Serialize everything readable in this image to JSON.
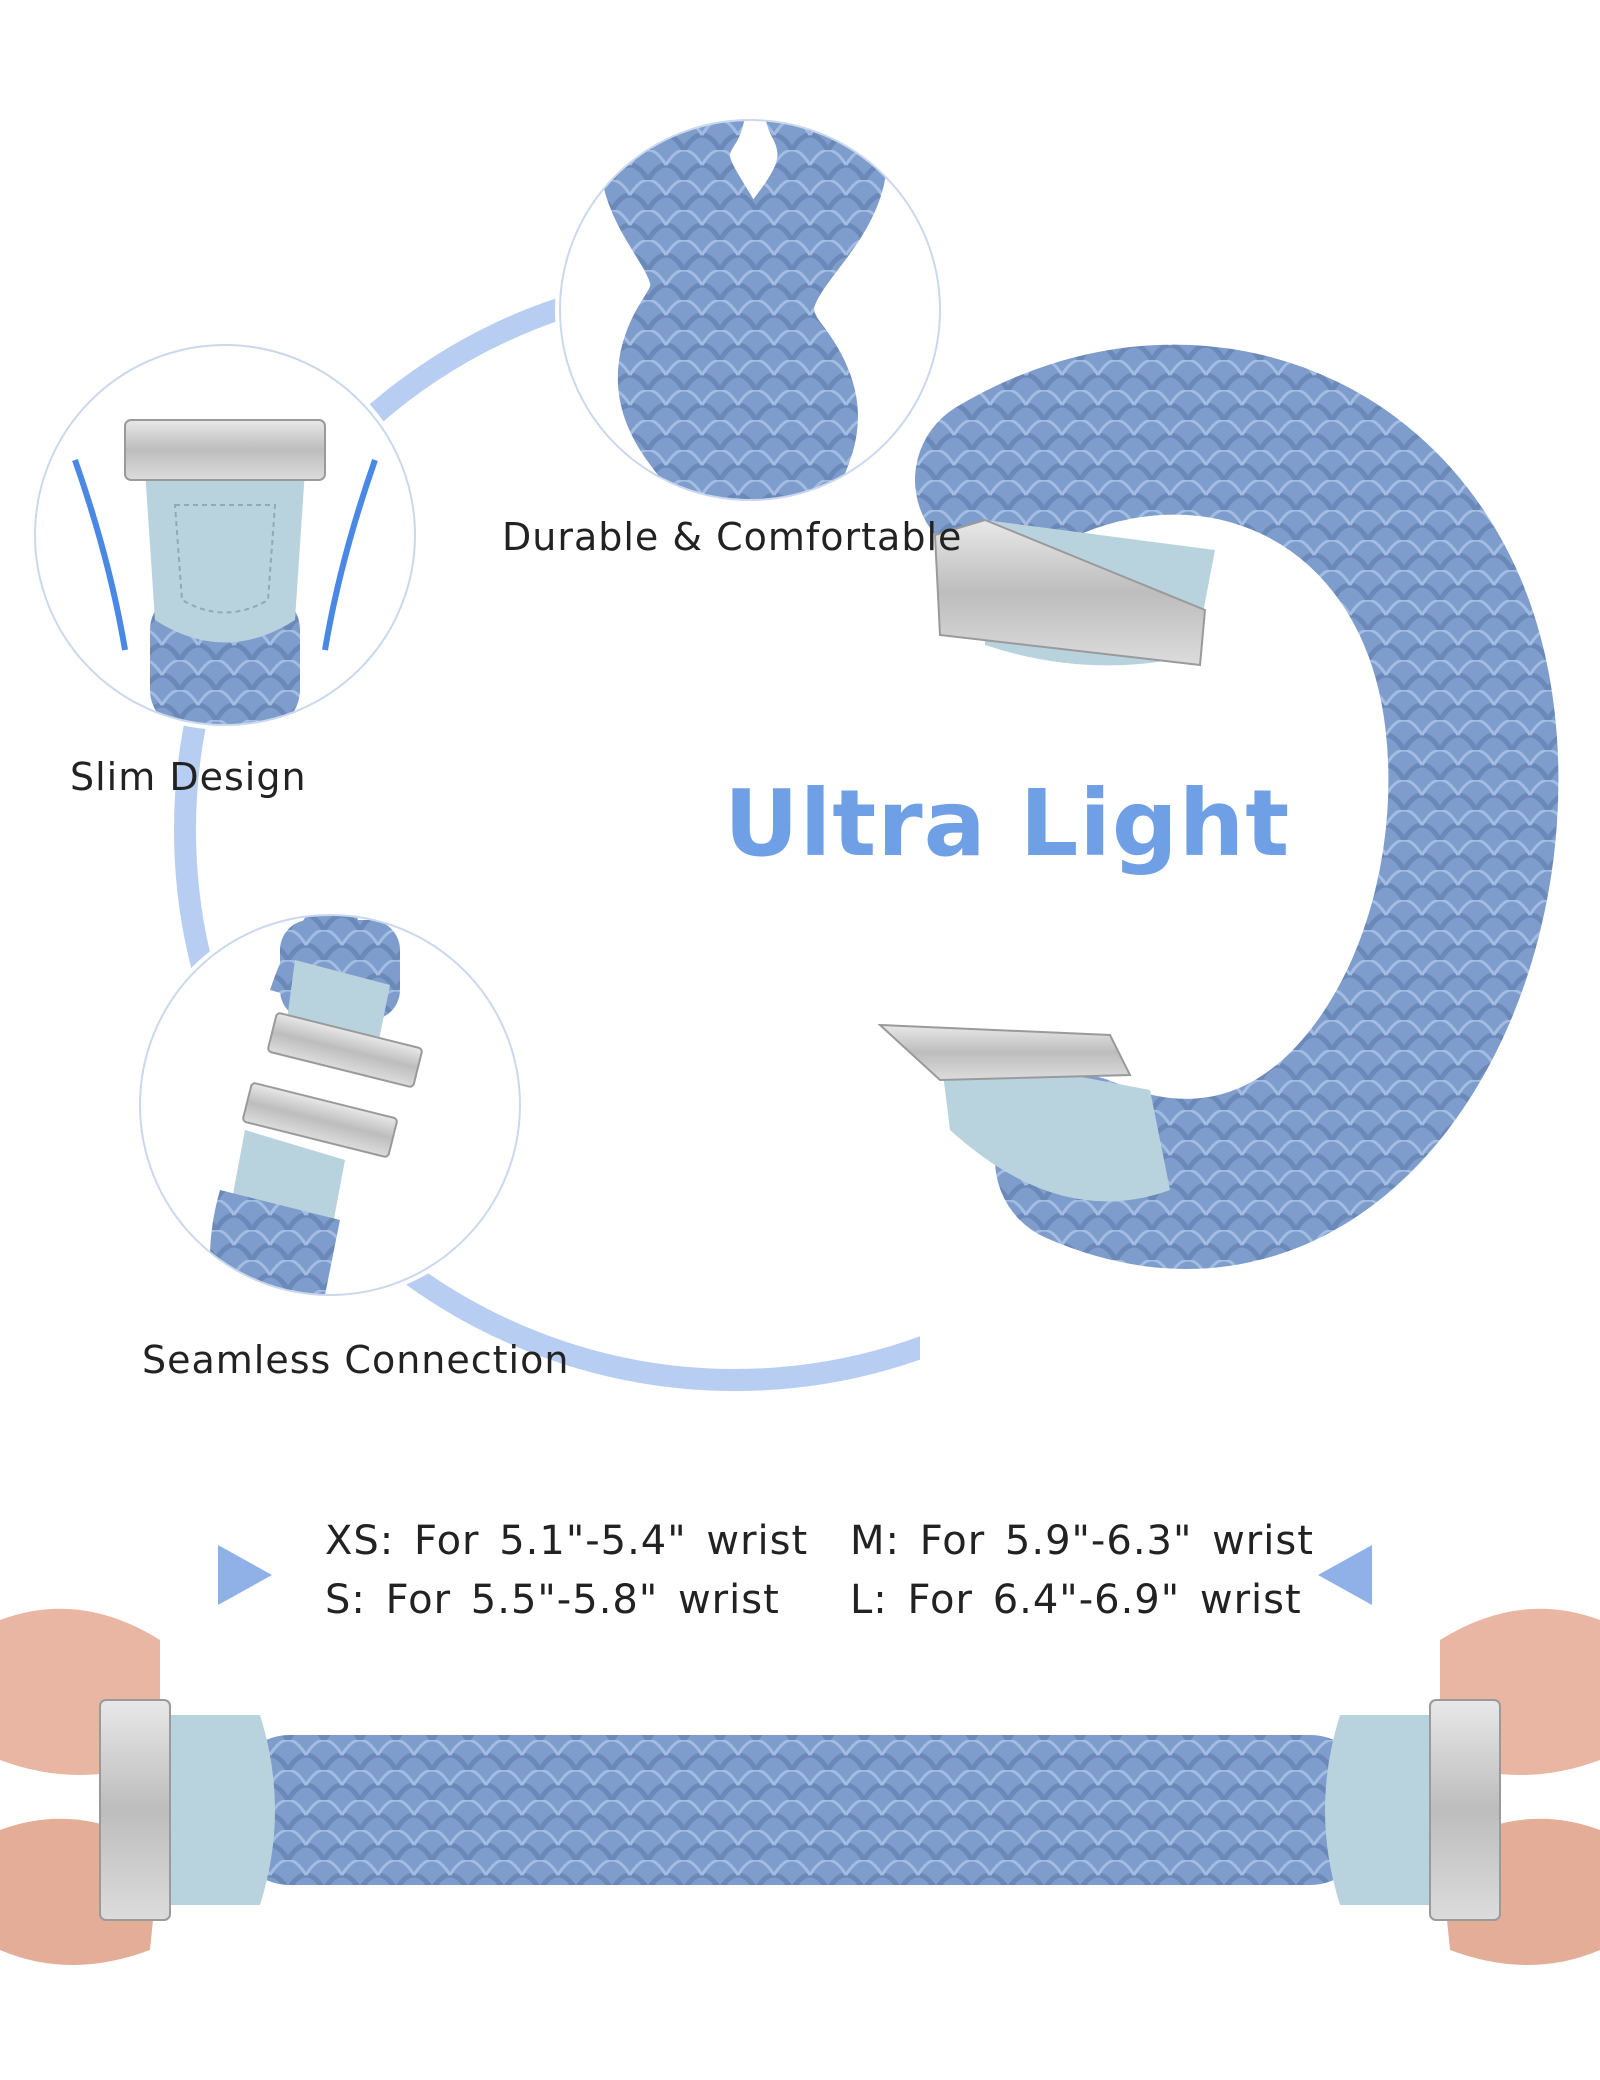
{
  "colors": {
    "accent": "#8fb1e8",
    "headline": "#6f9fe4",
    "band": "#7f9dcc",
    "leather": "#b9d3de",
    "metal": "#cfcfcf"
  },
  "headline": "Ultra Light",
  "features": [
    {
      "label": "Durable & Comfortable",
      "icon": "braid-closeup-icon"
    },
    {
      "label": "Slim Design",
      "icon": "slim-connector-icon"
    },
    {
      "label": "Seamless Connection",
      "icon": "connector-pair-icon"
    }
  ],
  "sizes": [
    {
      "label": "XS: For 5.1\"-5.4\" wrist"
    },
    {
      "label": "S: For 5.5\"-5.8\" wrist"
    },
    {
      "label": "M: For 5.9\"-6.3\" wrist"
    },
    {
      "label": "L: For 6.4\"-6.9\" wrist"
    }
  ],
  "arrows": [
    "right-arrow-icon",
    "left-arrow-icon"
  ]
}
